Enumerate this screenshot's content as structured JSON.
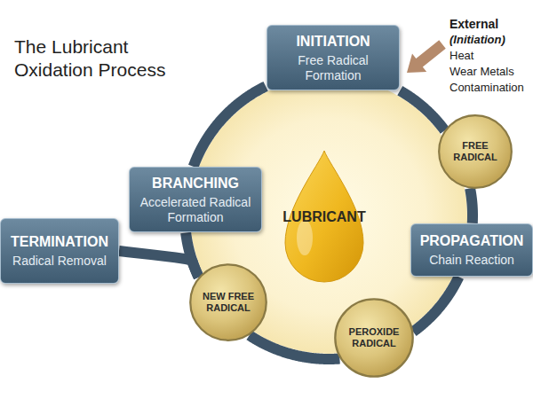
{
  "diagram": {
    "title": "The Lubricant Oxidation Process",
    "nodes": [
      {
        "text": [
          "INITIATION",
          "Free Radical Formation"
        ]
      },
      {
        "text": [
          "FREE RADICAL"
        ]
      },
      {
        "text": [
          "BRANCHING",
          "Accelerated Radical Formation"
        ]
      },
      {
        "text": [
          "LUBRICANT"
        ]
      },
      {
        "text": [
          "TERMINATION",
          "Radical Removal"
        ]
      },
      {
        "text": [
          "PROPAGATION",
          "Chain Reaction"
        ]
      },
      {
        "text": [
          "NEW FREE RADICAL"
        ]
      },
      {
        "text": [
          "PEROXIDE RADICAL"
        ]
      }
    ],
    "edges": [
      {
        "from": 0,
        "to": 1,
        "arrow": "none"
      },
      {
        "from": 1,
        "to": 5,
        "arrow": "none"
      },
      {
        "from": 5,
        "to": 7,
        "arrow": "none"
      },
      {
        "from": 7,
        "to": 6,
        "arrow": "none"
      },
      {
        "from": 6,
        "to": 2,
        "arrow": "none"
      },
      {
        "from": 2,
        "to": 0,
        "arrow": "none"
      },
      {
        "from": 6,
        "to": 4,
        "arrow": "none"
      }
    ],
    "labels": [
      "External",
      "(Initiation)",
      "Heat",
      "Wear Metals",
      "Contamination"
    ]
  }
}
